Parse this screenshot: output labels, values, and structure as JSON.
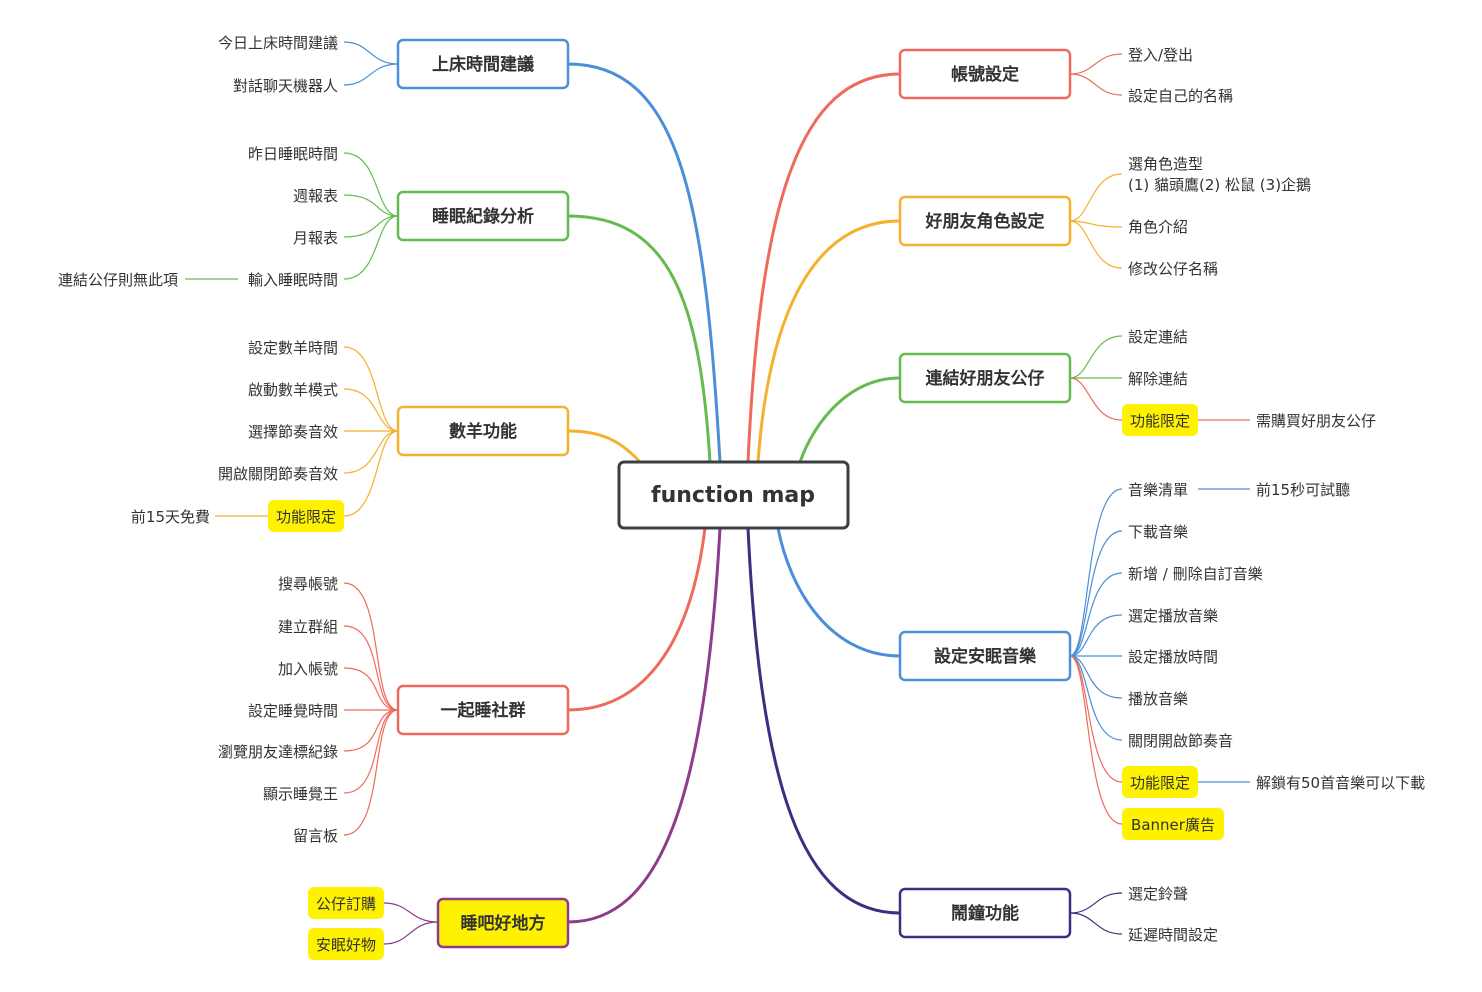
{
  "center": "function map",
  "colors": {
    "blue": "#4a8fd8",
    "green": "#66bb50",
    "orange": "#f5b02e",
    "red": "#ee6a5b",
    "purple": "#8e3b8c",
    "indigo": "#3a2f80",
    "highlight": "#fff200",
    "dark": "#3a3f45"
  },
  "left": {
    "bedtime": {
      "title": "上床時間建議",
      "items": [
        "今日上床時間建議",
        "對話聊天機器人"
      ]
    },
    "sleep_record": {
      "title": "睡眠紀錄分析",
      "items": [
        "昨日睡眠時間",
        "週報表",
        "月報表",
        "輸入睡眠時間"
      ],
      "note": "連結公仔則無此項"
    },
    "counting_sheep": {
      "title": "數羊功能",
      "items": [
        "設定數羊時間",
        "啟動數羊模式",
        "選擇節奏音效",
        "開啟關閉節奏音效"
      ],
      "limited": "功能限定",
      "limited_note": "前15天免費"
    },
    "community": {
      "title": "一起睡社群",
      "items": [
        "搜尋帳號",
        "建立群組",
        "加入帳號",
        "設定睡覺時間",
        "瀏覽朋友達標紀錄",
        "顯示睡覺王",
        "留言板"
      ]
    },
    "shop": {
      "title": "睡吧好地方",
      "items": [
        "公仔訂購",
        "安眠好物"
      ]
    }
  },
  "right": {
    "account": {
      "title": "帳號設定",
      "items": [
        "登入/登出",
        "設定自己的名稱"
      ]
    },
    "character": {
      "title": "好朋友角色設定",
      "items": [
        "選角色造型",
        "(1) 貓頭鷹(2) 松鼠 (3)企鵝",
        "角色介紹",
        "修改公仔名稱"
      ]
    },
    "connect": {
      "title": "連結好朋友公仔",
      "items": [
        "設定連結",
        "解除連結"
      ],
      "limited": "功能限定",
      "limited_note": "需購買好朋友公仔"
    },
    "music": {
      "title": "設定安眠音樂",
      "items": [
        "音樂清單",
        "下載音樂",
        "新增 / 刪除自訂音樂",
        "選定播放音樂",
        "設定播放時間",
        "播放音樂",
        "關閉開啟節奏音"
      ],
      "first_note": "前15秒可試聽",
      "limited": "功能限定",
      "limited_note": "解鎖有50首音樂可以下載",
      "banner": "Banner廣告"
    },
    "alarm": {
      "title": "鬧鐘功能",
      "items": [
        "選定鈴聲",
        "延遲時間設定"
      ]
    }
  }
}
